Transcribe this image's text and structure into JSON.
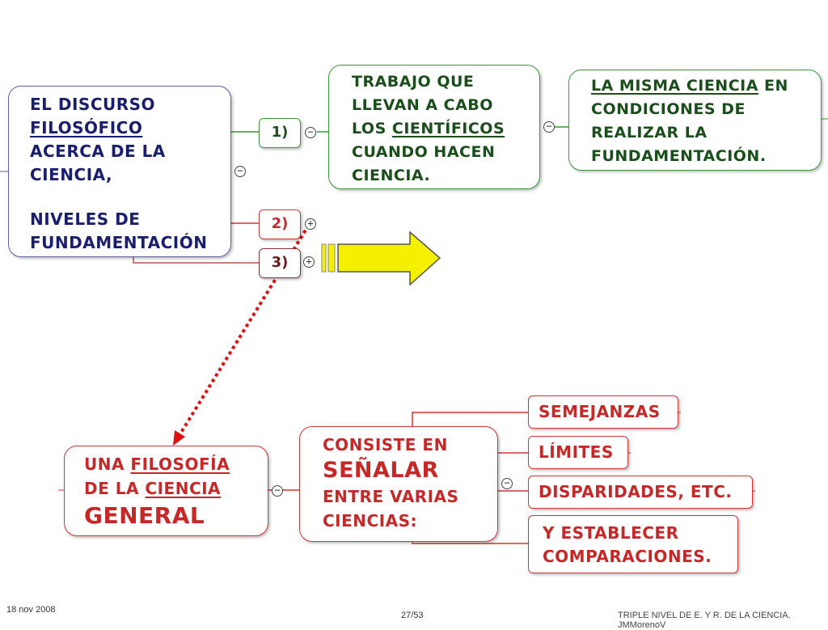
{
  "central": {
    "lines": [
      "EL DISCURSO",
      "FILOSÓFICO",
      "ACERCA DE LA",
      "CIENCIA,",
      "",
      "NIVELES DE",
      "FUNDAMENTACIÓN"
    ]
  },
  "branches": [
    {
      "label": "1)",
      "color": "#3a9a3a"
    },
    {
      "label": "2)",
      "color": "#d63333"
    },
    {
      "label": "3)",
      "color": "#8b3030"
    }
  ],
  "trabajo": {
    "lines": [
      "TRABAJO QUE",
      "LLEVAN A CABO",
      "LOS CIENTÍFICOS",
      "CUANDO HACEN",
      "CIENCIA."
    ]
  },
  "misma": {
    "lines": [
      "LA MISMA CIENCIA EN",
      "CONDICIONES DE",
      "REALIZAR LA",
      "FUNDAMENTACIÓN."
    ]
  },
  "filosofia": {
    "lines": [
      "UNA FILOSOFÍA",
      "DE LA CIENCIA",
      "GENERAL"
    ]
  },
  "consiste": {
    "lines": [
      "CONSISTE EN",
      "SEÑALAR",
      "ENTRE VARIAS",
      "CIENCIAS:"
    ]
  },
  "leaves": [
    {
      "label": "SEMEJANZAS"
    },
    {
      "label": "LÍMITES"
    },
    {
      "label": "DISPARIDADES, ETC."
    },
    {
      "label_lines": [
        "Y ESTABLECER",
        "COMPARACIONES."
      ]
    }
  ],
  "toggles": {
    "minus": "−",
    "plus": "+"
  },
  "footer": {
    "date": "18 nov 2008",
    "page": "27/53",
    "credit": "TRIPLE NIVEL DE E. Y R. DE LA CIENCIA.  JMMorenoV"
  },
  "colors": {
    "blue": "#5b5fa8",
    "green": "#3a9a3a",
    "red": "#d63333",
    "arrow_fill": "#f5f000"
  }
}
